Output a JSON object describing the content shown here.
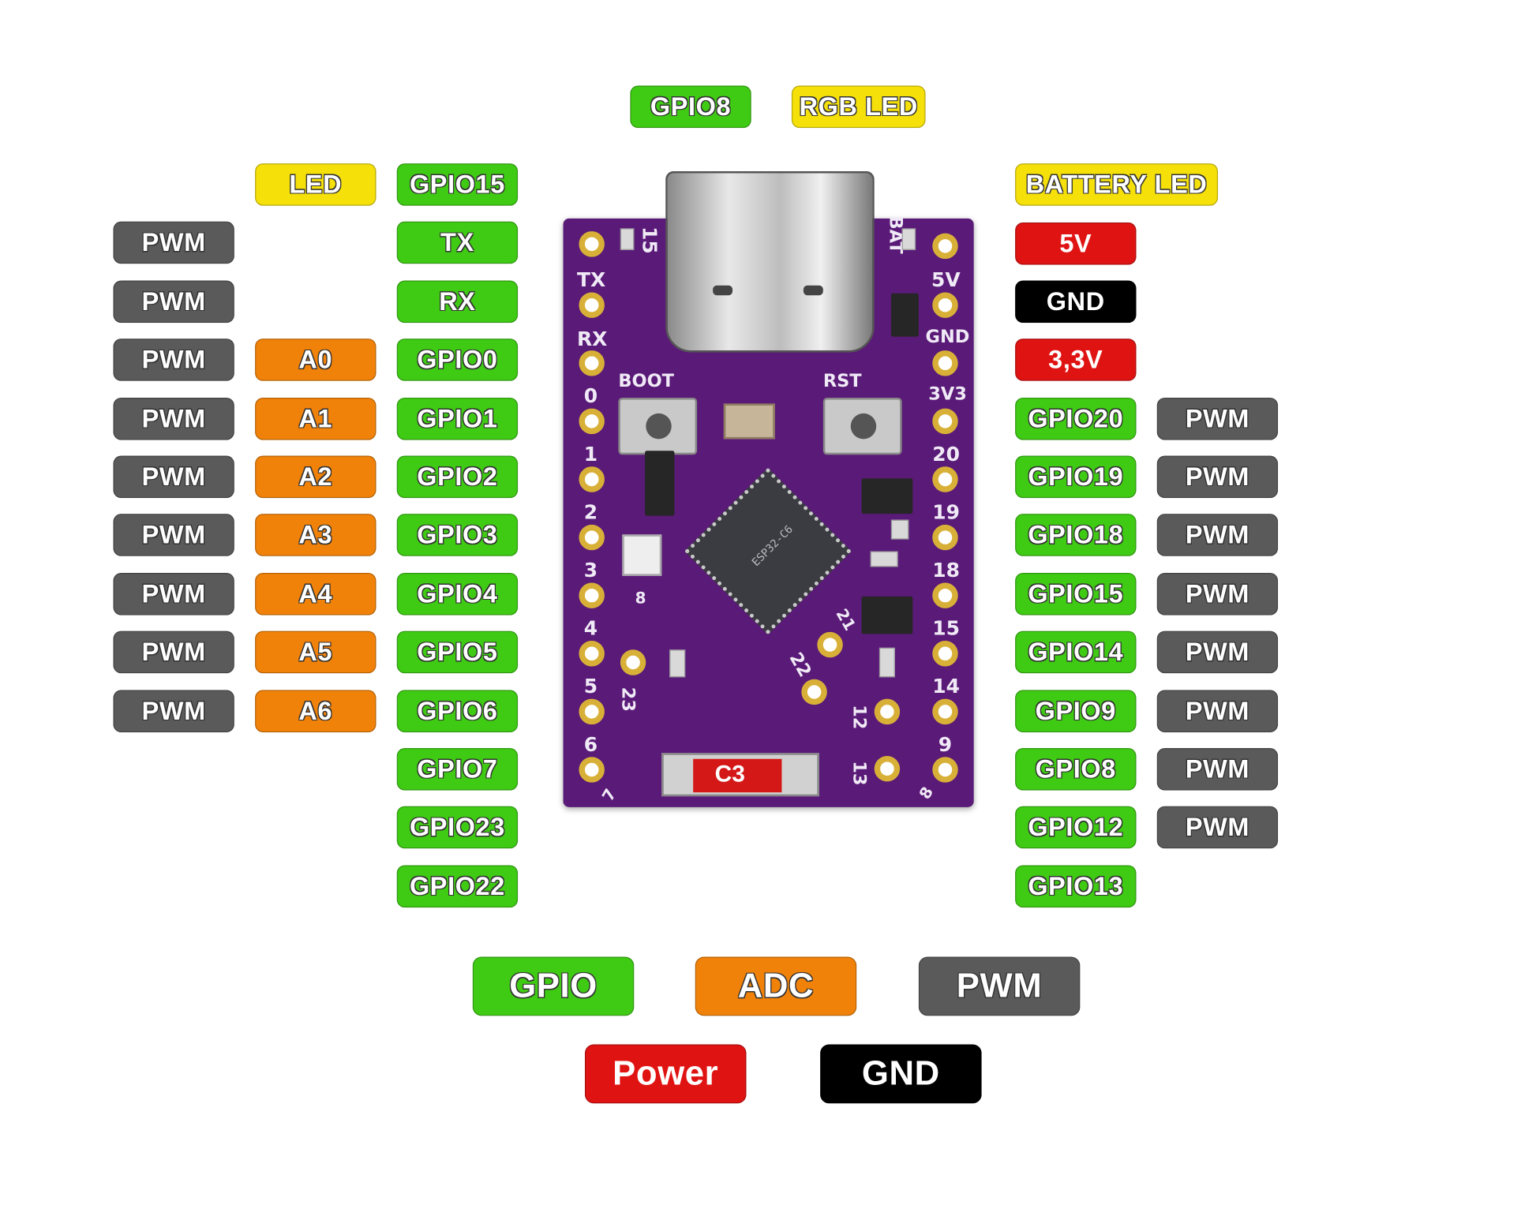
{
  "top": {
    "gpio8": "GPIO8",
    "rgb_led": "RGB LED",
    "led": "LED",
    "battery_led": "BATTERY LED"
  },
  "left": {
    "rows": [
      {
        "gpio": "GPIO15"
      },
      {
        "pwm": "PWM",
        "gpio": "TX"
      },
      {
        "pwm": "PWM",
        "gpio": "RX"
      },
      {
        "pwm": "PWM",
        "adc": "A0",
        "gpio": "GPIO0"
      },
      {
        "pwm": "PWM",
        "adc": "A1",
        "gpio": "GPIO1"
      },
      {
        "pwm": "PWM",
        "adc": "A2",
        "gpio": "GPIO2"
      },
      {
        "pwm": "PWM",
        "adc": "A3",
        "gpio": "GPIO3"
      },
      {
        "pwm": "PWM",
        "adc": "A4",
        "gpio": "GPIO4"
      },
      {
        "pwm": "PWM",
        "adc": "A5",
        "gpio": "GPIO5"
      },
      {
        "pwm": "PWM",
        "adc": "A6",
        "gpio": "GPIO6"
      },
      {
        "gpio": "GPIO7"
      },
      {
        "gpio": "GPIO23"
      },
      {
        "gpio": "GPIO22"
      }
    ]
  },
  "right": {
    "rows": [
      {
        "pin": "5V"
      },
      {
        "pin": "GND"
      },
      {
        "pin": "3,3V"
      },
      {
        "pin": "GPIO20",
        "pwm": "PWM"
      },
      {
        "pin": "GPIO19",
        "pwm": "PWM"
      },
      {
        "pin": "GPIO18",
        "pwm": "PWM"
      },
      {
        "pin": "GPIO15",
        "pwm": "PWM"
      },
      {
        "pin": "GPIO14",
        "pwm": "PWM"
      },
      {
        "pin": "GPIO9",
        "pwm": "PWM"
      },
      {
        "pin": "GPIO8",
        "pwm": "PWM"
      },
      {
        "pin": "GPIO12",
        "pwm": "PWM"
      },
      {
        "pin": "GPIO13"
      }
    ]
  },
  "board": {
    "left_silk": [
      "15",
      "TX",
      "RX",
      "0",
      "1",
      "2",
      "3",
      "4",
      "5",
      "6",
      "7"
    ],
    "right_silk": [
      "BAT",
      "5V",
      "GND",
      "3V3",
      "20",
      "19",
      "18",
      "15",
      "14",
      "9",
      "8"
    ],
    "inner_silk": {
      "boot": "BOOT",
      "rst": "RST",
      "p23": "23",
      "p22": "22",
      "p21": "21",
      "p12": "12",
      "p13": "13",
      "p8": "8"
    },
    "chip_text": "ESP32-C6",
    "c3": "C3"
  },
  "legend": {
    "gpio": "GPIO",
    "adc": "ADC",
    "pwm": "PWM",
    "power": "Power",
    "gnd": "GND"
  },
  "colors": {
    "gpio": "#3fca14",
    "adc": "#f18209",
    "pwm": "#5a5a5a",
    "power": "#e01313",
    "gnd": "#000000",
    "led": "#f5e00a",
    "board": "#5a1a78"
  }
}
